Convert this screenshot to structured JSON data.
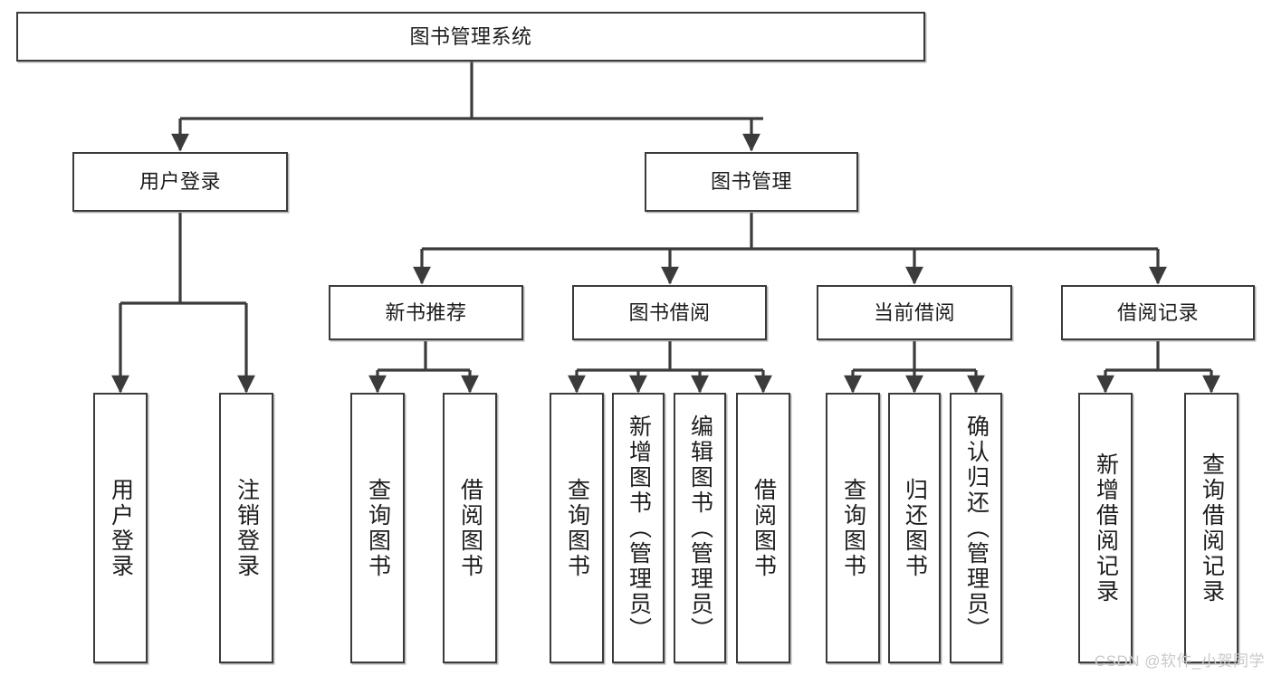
{
  "diagram": {
    "type": "hierarchy-tree",
    "title": "图书管理系统",
    "watermark": "CSDN @软件_小贺同学",
    "colors": {
      "box_stroke": "#3b3b3b",
      "box_fill": "#ffffff",
      "edge": "#3b3b3b",
      "text": "#1c1c1c",
      "watermark": "#c9c9c9"
    },
    "root": {
      "id": "root",
      "label": "图书管理系统"
    },
    "level2": [
      {
        "id": "user-login",
        "label": "用户登录"
      },
      {
        "id": "book-manage",
        "label": "图书管理"
      }
    ],
    "level3": [
      {
        "id": "new-book-rec",
        "label": "新书推荐"
      },
      {
        "id": "book-borrow",
        "label": "图书借阅"
      },
      {
        "id": "current-borrow",
        "label": "当前借阅"
      },
      {
        "id": "borrow-record",
        "label": "借阅记录"
      }
    ],
    "leaves": {
      "user-login": [
        {
          "id": "leaf-user-login",
          "label": "用户登录"
        },
        {
          "id": "leaf-user-logout",
          "label": "注销登录"
        }
      ],
      "new-book-rec": [
        {
          "id": "leaf-query-book-1",
          "label": "查询图书"
        },
        {
          "id": "leaf-borrow-book-1",
          "label": "借阅图书"
        }
      ],
      "book-borrow": [
        {
          "id": "leaf-query-book-2",
          "label": "查询图书"
        },
        {
          "id": "leaf-add-book",
          "label": "新增图书（管理员）"
        },
        {
          "id": "leaf-edit-book",
          "label": "编辑图书（管理员）"
        },
        {
          "id": "leaf-borrow-book-2",
          "label": "借阅图书"
        }
      ],
      "current-borrow": [
        {
          "id": "leaf-query-book-3",
          "label": "查询图书"
        },
        {
          "id": "leaf-return-book",
          "label": "归还图书"
        },
        {
          "id": "leaf-confirm-return",
          "label": "确认归还（管理员）"
        }
      ],
      "borrow-record": [
        {
          "id": "leaf-add-record",
          "label": "新增借阅记录"
        },
        {
          "id": "leaf-query-record",
          "label": "查询借阅记录"
        }
      ]
    }
  }
}
